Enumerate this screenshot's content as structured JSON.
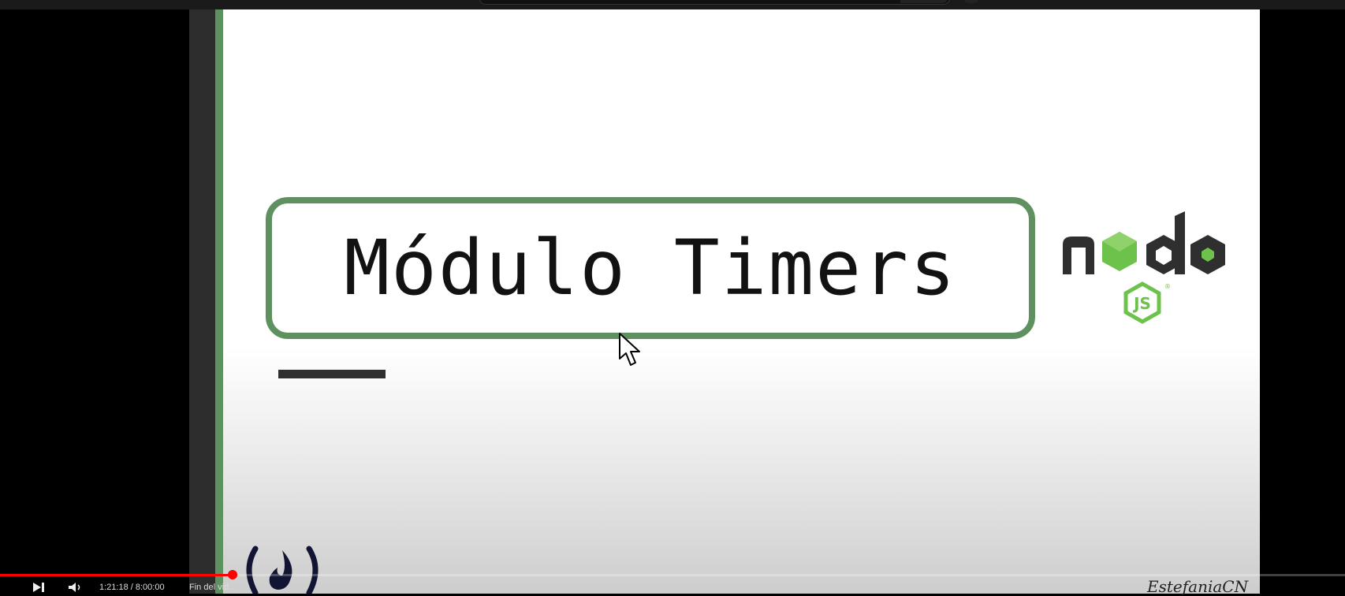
{
  "browser": {
    "search_placeholder": ""
  },
  "slide": {
    "title": "Módulo Timers",
    "logo_node_text": "node",
    "logo_js_text": "JS",
    "signature": "EstefaniaCN"
  },
  "player": {
    "time_display": "1:21:18 / 8:00:00",
    "chapter_label": "Fin del vid...",
    "progress_fraction": 0.173
  },
  "colors": {
    "accent_green": "#5f9160",
    "node_green": "#6cc24a",
    "progress_red": "#ff0000"
  },
  "icons": {
    "logo": "node-js-logo",
    "fcc": "freecodecamp-flame-icon",
    "cursor": "mouse-pointer-icon",
    "next": "skip-next-icon",
    "volume": "volume-icon"
  }
}
